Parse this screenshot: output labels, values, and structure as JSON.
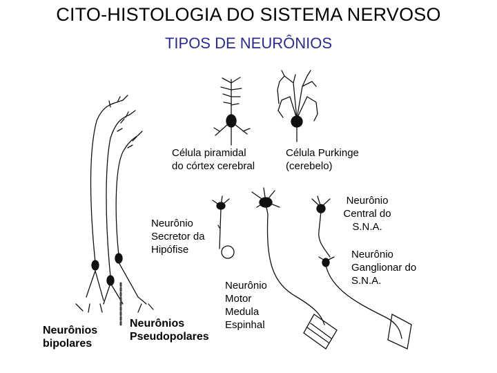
{
  "title": "CITO-HISTOLOGIA DO SISTEMA NERVOSO",
  "subtitle": "TIPOS DE NEURÔNIOS",
  "labels": {
    "piramidal": "Célula piramidal\ndo córtex cerebral",
    "purkinge": "Célula Purkinge\n(cerebelo)",
    "central_sna": "Neurônio\nCentral do\nS.N.A.",
    "secretor": "Neurônio\nSecretor da\nHipófise",
    "ganglionar": "Neurônio\nGanglionar do\nS.N.A.",
    "motor": "Neurônio\nMotor\nMedula\nEspinhal",
    "bipolares": "Neurônios\nbipolares",
    "pseudopolares": "Neurônios\nPseudopolares"
  }
}
